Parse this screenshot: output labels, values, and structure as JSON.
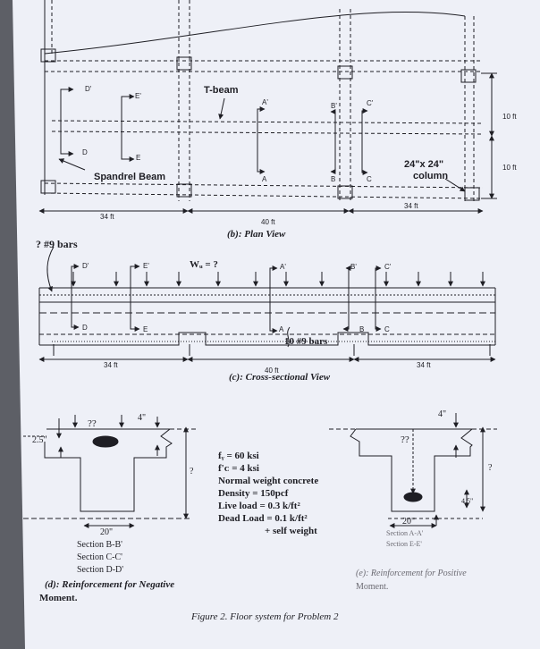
{
  "plan": {
    "tbeam_label": "T-beam",
    "spandrel_label": "Spandrel Beam",
    "column_label_1": "24\"x 24\"",
    "column_label_2": "column",
    "dim_left": "34 ft",
    "dim_center": "40 ft",
    "dim_right": "34 ft",
    "dim_top_right": "10 ft",
    "dim_bottom_right": "10 ft",
    "caption": "(b): Plan View",
    "sec_D_prime": "D'",
    "sec_D": "D",
    "sec_E_prime": "E'",
    "sec_E": "E",
    "sec_A_prime": "A'",
    "sec_A": "A",
    "sec_B_prime": "B'",
    "sec_B": "B",
    "sec_C_prime": "C'",
    "sec_C": "C"
  },
  "cross": {
    "bars_label": "? #9 bars",
    "load_label": "Wᵤ = ?",
    "bottom_bars": "10 #9 bars",
    "dim_left": "34 ft",
    "dim_center": "40 ft",
    "dim_right": "34 ft",
    "caption": "(c): Cross-sectional View",
    "sec_D_prime": "D'",
    "sec_D": "D",
    "sec_E_prime": "E'",
    "sec_E": "E",
    "sec_A_prime": "A'",
    "sec_A": "A",
    "sec_B_prime": "B'",
    "sec_B": "B",
    "sec_C_prime": "C'",
    "sec_C": "C"
  },
  "neg_section": {
    "depth_unknown": "??",
    "flange": "4\"",
    "cover": "2.5\"",
    "height": "?",
    "width": "20\"",
    "sec1": "Section B-B'",
    "sec2": "Section C-C'",
    "sec3": "Section D-D'",
    "caption1": "(d): Reinforcement for Negative",
    "caption2": "Moment."
  },
  "props": {
    "fy": "fᵧ = 60 ksi",
    "fc": "f'ᴄ = 4 ksi",
    "concrete": "Normal weight concrete",
    "density": "Density = 150pcf",
    "live": "Live load = 0.3 k/ft²",
    "dead": "Dead Load = 0.1 k/ft²",
    "self": "+ self weight"
  },
  "pos_section": {
    "depth_unknown": "??",
    "flange": "4\"",
    "height": "?",
    "cover": "4.5\"",
    "width": "20\"",
    "sec1": "Section A-A'",
    "sec2": "Section E-E'",
    "caption1": "(e): Reinforcement for Positive",
    "caption2": "Moment."
  },
  "figure_caption": "Figure 2. Floor system for Problem 2",
  "colors": {
    "page": "#eef0f7",
    "ink": "#1e1e24",
    "background": "#5d5f66"
  }
}
